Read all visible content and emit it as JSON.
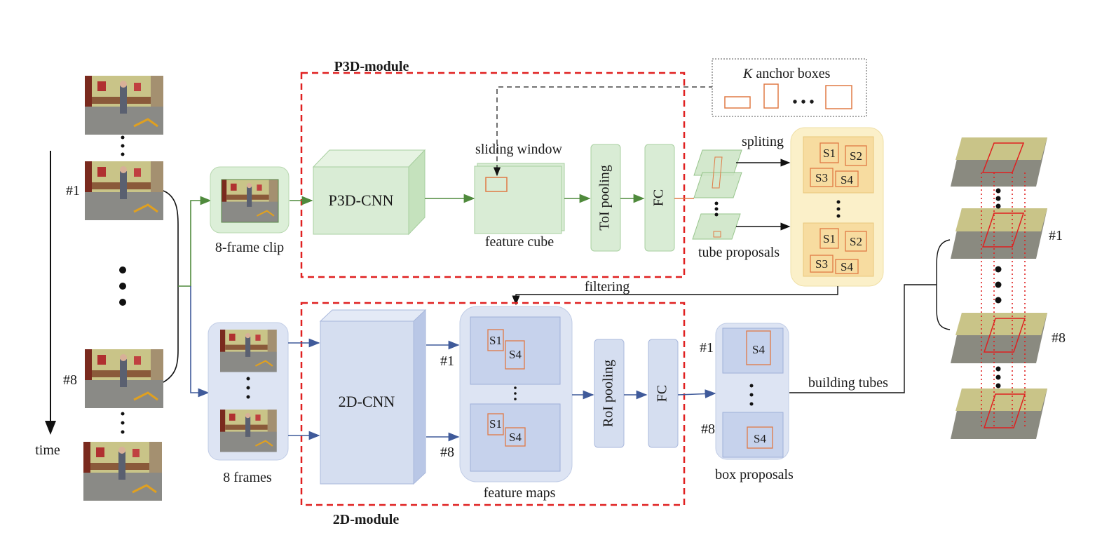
{
  "modules": {
    "p3d_title": "P3D-module",
    "twod_title": "2D-module"
  },
  "anchor": {
    "k": "K",
    "text": " anchor boxes",
    "dots": "• • •"
  },
  "labels": {
    "time": "time",
    "frame_first": "#1",
    "frame_last": "#8",
    "clip": "8-frame clip",
    "frames": "8 frames",
    "p3d_cnn": "P3D-CNN",
    "sliding_window": "sliding window",
    "feature_cube": "feature cube",
    "toi_pooling": "ToI pooling",
    "fc_top": "FC",
    "tube_proposals": "tube proposals",
    "spliting": "spliting",
    "filtering": "filtering",
    "cnn2d": "2D-CNN",
    "map_first": "#1",
    "map_last": "#8",
    "feature_maps": "feature maps",
    "roi_pooling": "RoI pooling",
    "fc_bottom": "FC",
    "box_first": "#1",
    "box_last": "#8",
    "box_proposals": "box proposals",
    "building_tubes": "building tubes",
    "tube_first": "#1",
    "tube_last": "#8"
  },
  "subregions": {
    "s1": "S1",
    "s2": "S2",
    "s3": "S3",
    "s4": "S4"
  },
  "colors": {
    "green_fill": "#d9ecd5",
    "green_stroke": "#7fb876",
    "blue_fill": "#d5def0",
    "blue_stroke": "#8aa0cc",
    "yellow_fill": "#fbf0c9",
    "orange": "#e07a45",
    "red_dash": "#e02020",
    "green_arrow": "#4f8a3c",
    "blue_arrow": "#3f5a9a"
  }
}
